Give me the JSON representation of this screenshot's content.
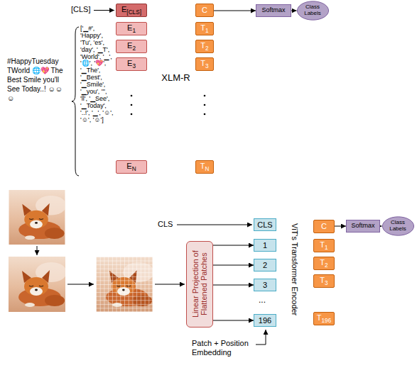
{
  "diagram": {
    "nodes": [
      {
        "text": [
          "XLM-R"
        ]
      },
      {
        "text": [
          "E",
          "[CLS]"
        ],
        "in": 0
      },
      {
        "text": [
          "E",
          "1"
        ],
        "in": 0
      },
      {
        "text": [
          "E",
          "2"
        ],
        "in": 0
      },
      {
        "text": [
          "E",
          "3"
        ],
        "in": 0
      },
      {
        "text": [
          "E",
          "N"
        ],
        "in": 0
      },
      {
        "text": [
          "C"
        ],
        "in": 0
      },
      {
        "text": [
          "T",
          "1"
        ],
        "in": 0
      },
      {
        "text": [
          "T",
          "2"
        ],
        "in": 0
      },
      {
        "text": [
          "T",
          "3"
        ],
        "in": 0
      },
      {
        "text": [
          "T",
          "N"
        ],
        "in": 0
      },
      {
        "text": [
          "Softmax"
        ]
      },
      {
        "text": [
          "Class Labels"
        ]
      },
      {
        "text": [
          "Linear Projection of Flattened Patches"
        ]
      },
      {
        "text": [
          "CLS"
        ]
      },
      {
        "text": [
          "1"
        ]
      },
      {
        "text": [
          "2"
        ]
      },
      {
        "text": [
          "3"
        ]
      },
      {
        "text": [
          "196"
        ]
      },
      {
        "text": [
          "ViT's Transformer Encoder"
        ]
      },
      {
        "text": [
          "C"
        ],
        "in": 19
      },
      {
        "text": [
          "T",
          "1"
        ],
        "in": 19
      },
      {
        "text": [
          "T",
          "2"
        ],
        "in": 19
      },
      {
        "text": [
          "T",
          "3"
        ],
        "in": 19
      },
      {
        "text": [
          "T",
          "196"
        ],
        "in": 19
      },
      {
        "text": [
          "Softmax"
        ]
      },
      {
        "text": [
          "Class Labels"
        ]
      }
    ],
    "edges": [
      {
        "from": 6,
        "to": 11,
        "arrow": "to"
      },
      {
        "from": 11,
        "to": 12,
        "arrow": "to"
      },
      {
        "from": 13,
        "to": 15,
        "arrow": "to"
      },
      {
        "from": 13,
        "to": 16,
        "arrow": "to"
      },
      {
        "from": 13,
        "to": 17,
        "arrow": "to"
      },
      {
        "from": 13,
        "to": 18,
        "arrow": "to"
      },
      {
        "from": 20,
        "to": 25,
        "arrow": "to"
      },
      {
        "from": 25,
        "to": 26,
        "arrow": "to"
      }
    ],
    "labels": [
      "[CLS]",
      "#HappyTuesday TWorld 🌐💖 The Best Smile you'll See Today..! ☺☺☺",
      "['▁#', 'Happy', 'Tu', 'es', 'day', '▁T', 'World', '▁', '🌐', '💖', '▁The', '▁Best', '▁Smile', '▁you', ''', 'll', '▁See', '▁Today', '..!', '▁', '☺', '☺', '☺']",
      "CLS",
      "...",
      "Patch + Position Embedding"
    ]
  }
}
